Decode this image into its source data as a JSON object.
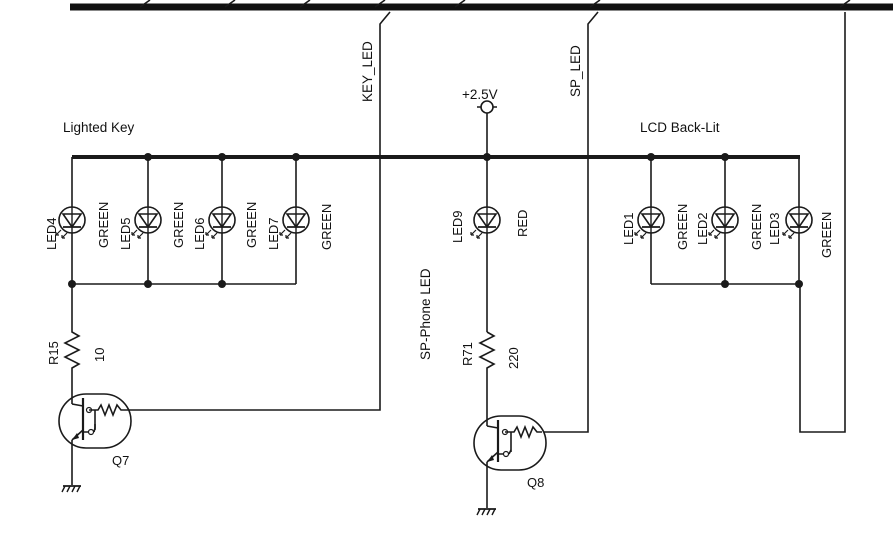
{
  "sections": {
    "lighted_key": "Lighted Key",
    "lcd_backlit": "LCD Back-Lit",
    "sp_phone": "SP-Phone LED"
  },
  "nets": {
    "key_led": "KEY_LED",
    "sp_led": "SP_LED",
    "power": "+2.5V"
  },
  "leds": [
    {
      "ref": "LED4",
      "color": "GREEN"
    },
    {
      "ref": "LED5",
      "color": "GREEN"
    },
    {
      "ref": "LED6",
      "color": "GREEN"
    },
    {
      "ref": "LED7",
      "color": "GREEN"
    },
    {
      "ref": "LED9",
      "color": "RED"
    },
    {
      "ref": "LED1",
      "color": "GREEN"
    },
    {
      "ref": "LED2",
      "color": "GREEN"
    },
    {
      "ref": "LED3",
      "color": "GREEN"
    }
  ],
  "resistors": [
    {
      "ref": "R15",
      "value": "10"
    },
    {
      "ref": "R71",
      "value": "220"
    }
  ],
  "transistors": [
    {
      "ref": "Q7"
    },
    {
      "ref": "Q8"
    }
  ]
}
